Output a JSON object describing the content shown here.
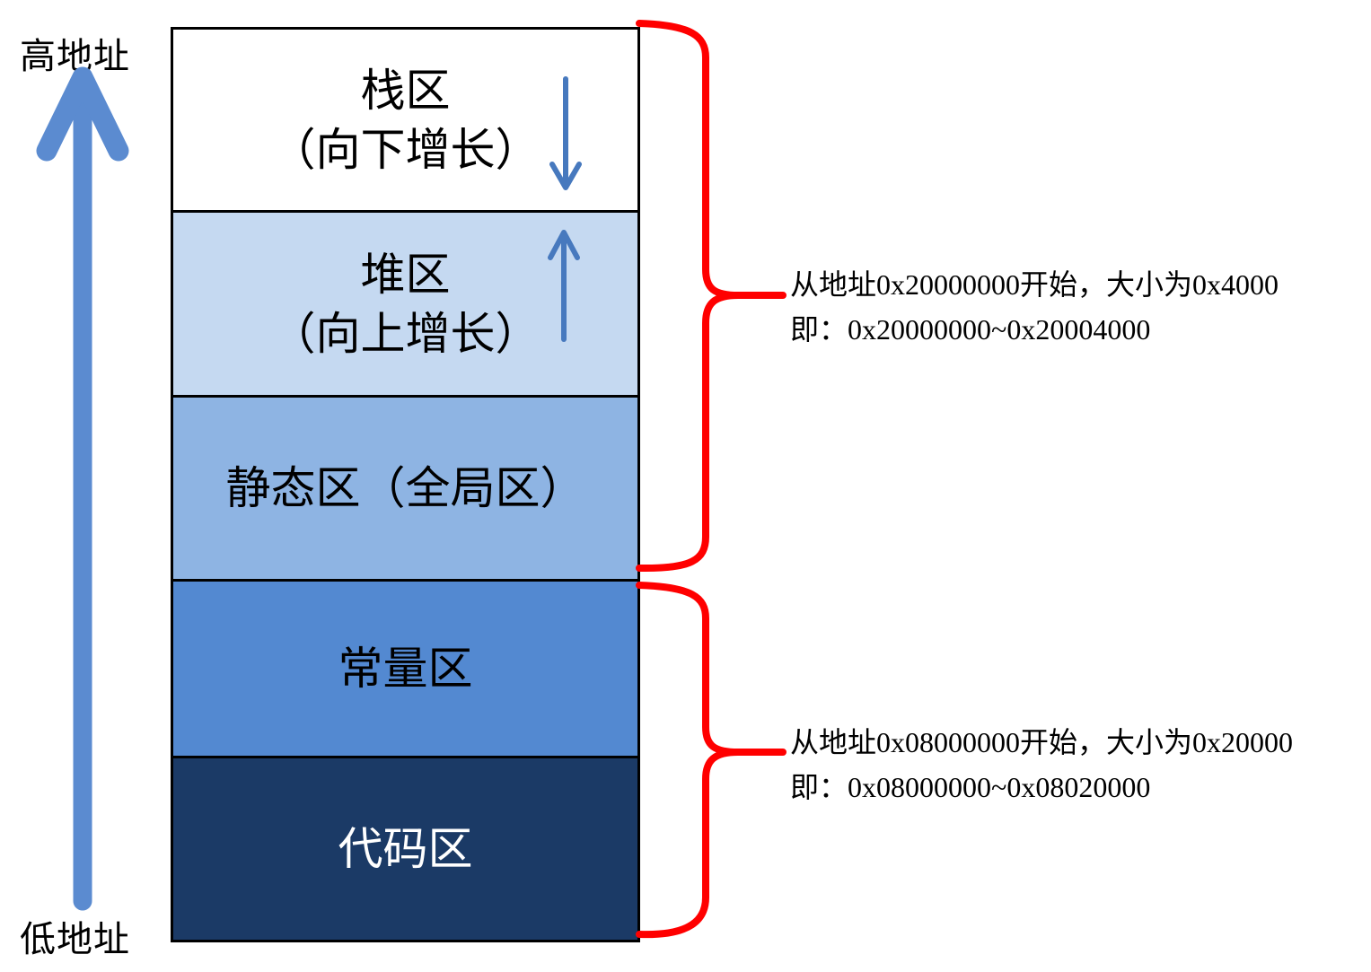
{
  "axis": {
    "high_label": "高地址",
    "low_label": "低地址"
  },
  "regions": [
    {
      "id": "stack",
      "label": "栈区",
      "sublabel": "（向下增长）",
      "bg": "#FFFFFF",
      "fg": "#000000",
      "grow_arrow": "down"
    },
    {
      "id": "heap",
      "label": "堆区",
      "sublabel": "（向上增长）",
      "bg": "#C5D9F1",
      "fg": "#000000",
      "grow_arrow": "up"
    },
    {
      "id": "static",
      "label": "静态区（全局区）",
      "sublabel": "",
      "bg": "#8EB4E3",
      "fg": "#000000",
      "grow_arrow": "none"
    },
    {
      "id": "constant",
      "label": "常量区",
      "sublabel": "",
      "bg": "#5389D1",
      "fg": "#000000",
      "grow_arrow": "none"
    },
    {
      "id": "code",
      "label": "代码区",
      "sublabel": "",
      "bg": "#1B3A66",
      "fg": "#FFFFFF",
      "grow_arrow": "none"
    }
  ],
  "annotations": [
    {
      "line1": "从地址0x20000000开始，大小为0x4000",
      "line2": "即：0x20000000~0x20004000"
    },
    {
      "line1": "从地址0x08000000开始，大小为0x20000",
      "line2": "即：0x08000000~0x08020000"
    }
  ],
  "colors": {
    "big_arrow_blue": "#5B8BD0",
    "grow_arrow_blue": "#4779BE",
    "brace_red": "#FF0000",
    "border_black": "#000000"
  }
}
